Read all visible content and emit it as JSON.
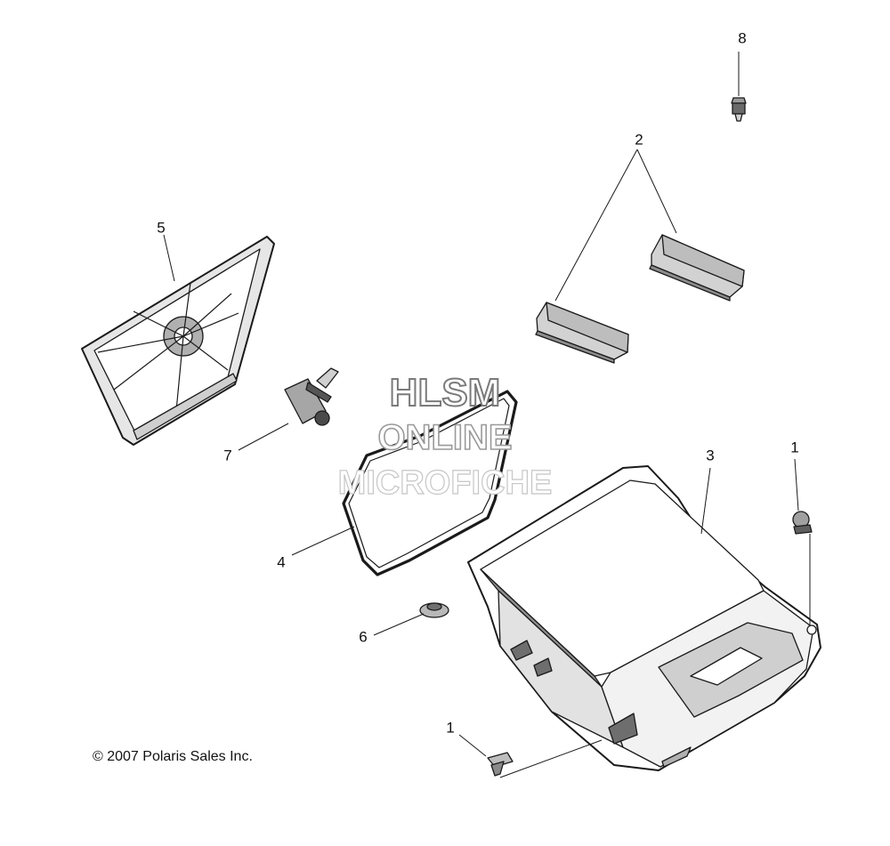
{
  "callouts": {
    "c8": "8",
    "c2": "2",
    "c5": "5",
    "c7": "7",
    "c3": "3",
    "c1_top": "1",
    "c4": "4",
    "c6": "6",
    "c1_bottom": "1"
  },
  "watermark": {
    "line1": "HLSM",
    "line2": "ONLINE",
    "line3": "MICROFICHE"
  },
  "copyright": "© 2007 Polaris Sales Inc.",
  "colors": {
    "line": "#1a1a1a",
    "shade_dark": "#6e6e6e",
    "shade_mid": "#a0a0a0",
    "shade_light": "#d4d4d4"
  }
}
